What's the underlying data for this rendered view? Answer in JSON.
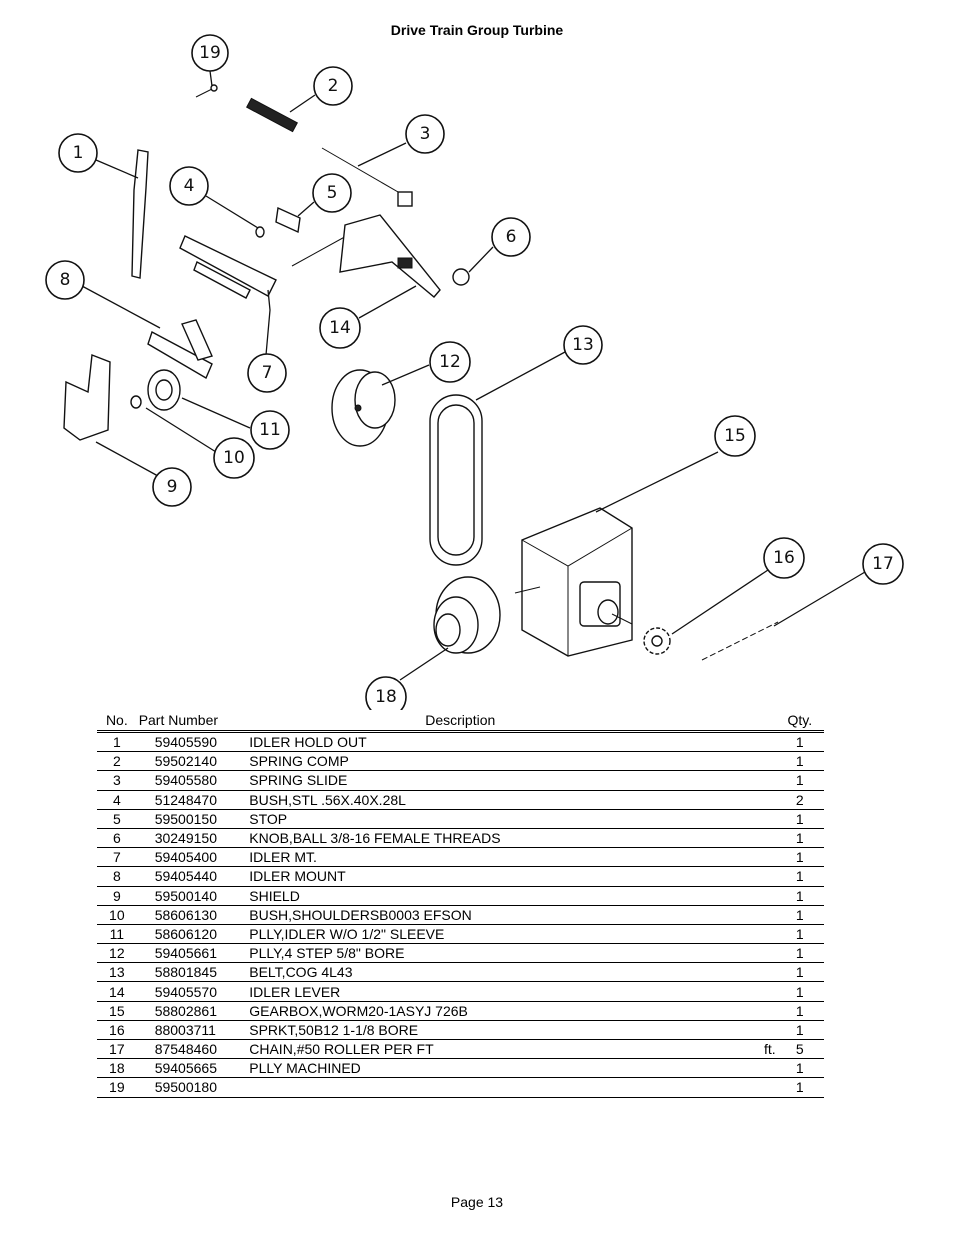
{
  "title": "Drive Train Group Turbine",
  "diagram": {
    "callouts": [
      "1",
      "2",
      "3",
      "4",
      "5",
      "6",
      "7",
      "8",
      "9",
      "10",
      "11",
      "12",
      "13",
      "14",
      "15",
      "16",
      "17",
      "18",
      "19"
    ]
  },
  "table": {
    "headers": {
      "no": "No.",
      "part_number": "Part Number",
      "description": "Description",
      "qty": "Qty."
    },
    "rows": [
      {
        "no": "1",
        "part_number": "59405590",
        "description": "IDLER HOLD OUT",
        "unit": "",
        "qty": "1"
      },
      {
        "no": "2",
        "part_number": "59502140",
        "description": "SPRING COMP",
        "unit": "",
        "qty": "1"
      },
      {
        "no": "3",
        "part_number": "59405580",
        "description": "SPRING SLIDE",
        "unit": "",
        "qty": "1"
      },
      {
        "no": "4",
        "part_number": "51248470",
        "description": "BUSH,STL .56X.40X.28L",
        "unit": "",
        "qty": "2"
      },
      {
        "no": "5",
        "part_number": "59500150",
        "description": "STOP",
        "unit": "",
        "qty": "1"
      },
      {
        "no": "6",
        "part_number": "30249150",
        "description": "KNOB,BALL 3/8-16 FEMALE THREADS",
        "unit": "",
        "qty": "1"
      },
      {
        "no": "7",
        "part_number": "59405400",
        "description": "IDLER MT.",
        "unit": "",
        "qty": "1"
      },
      {
        "no": "8",
        "part_number": "59405440",
        "description": "IDLER MOUNT",
        "unit": "",
        "qty": "1"
      },
      {
        "no": "9",
        "part_number": "59500140",
        "description": "SHIELD",
        "unit": "",
        "qty": "1"
      },
      {
        "no": "10",
        "part_number": "58606130",
        "description": "BUSH,SHOULDERSB0003 EFSON",
        "unit": "",
        "qty": "1"
      },
      {
        "no": "11",
        "part_number": "58606120",
        "description": "PLLY,IDLER W/O 1/2\" SLEEVE",
        "unit": "",
        "qty": "1"
      },
      {
        "no": "12",
        "part_number": "59405661",
        "description": "PLLY,4 STEP 5/8\" BORE",
        "unit": "",
        "qty": "1"
      },
      {
        "no": "13",
        "part_number": "58801845",
        "description": "BELT,COG 4L43",
        "unit": "",
        "qty": "1"
      },
      {
        "no": "14",
        "part_number": "59405570",
        "description": "IDLER LEVER",
        "unit": "",
        "qty": "1"
      },
      {
        "no": "15",
        "part_number": "58802861",
        "description": "GEARBOX,WORM20-1ASYJ 726B",
        "unit": "",
        "qty": "1"
      },
      {
        "no": "16",
        "part_number": "88003711",
        "description": "SPRKT,50B12 1-1/8 BORE",
        "unit": "",
        "qty": "1"
      },
      {
        "no": "17",
        "part_number": "87548460",
        "description": "CHAIN,#50 ROLLER PER FT",
        "unit": "ft.",
        "qty": "5"
      },
      {
        "no": "18",
        "part_number": "59405665",
        "description": "PLLY MACHINED",
        "unit": "",
        "qty": "1"
      },
      {
        "no": "19",
        "part_number": "59500180",
        "description": "",
        "unit": "",
        "qty": "1"
      }
    ]
  },
  "footer": {
    "page": "Page 13"
  }
}
